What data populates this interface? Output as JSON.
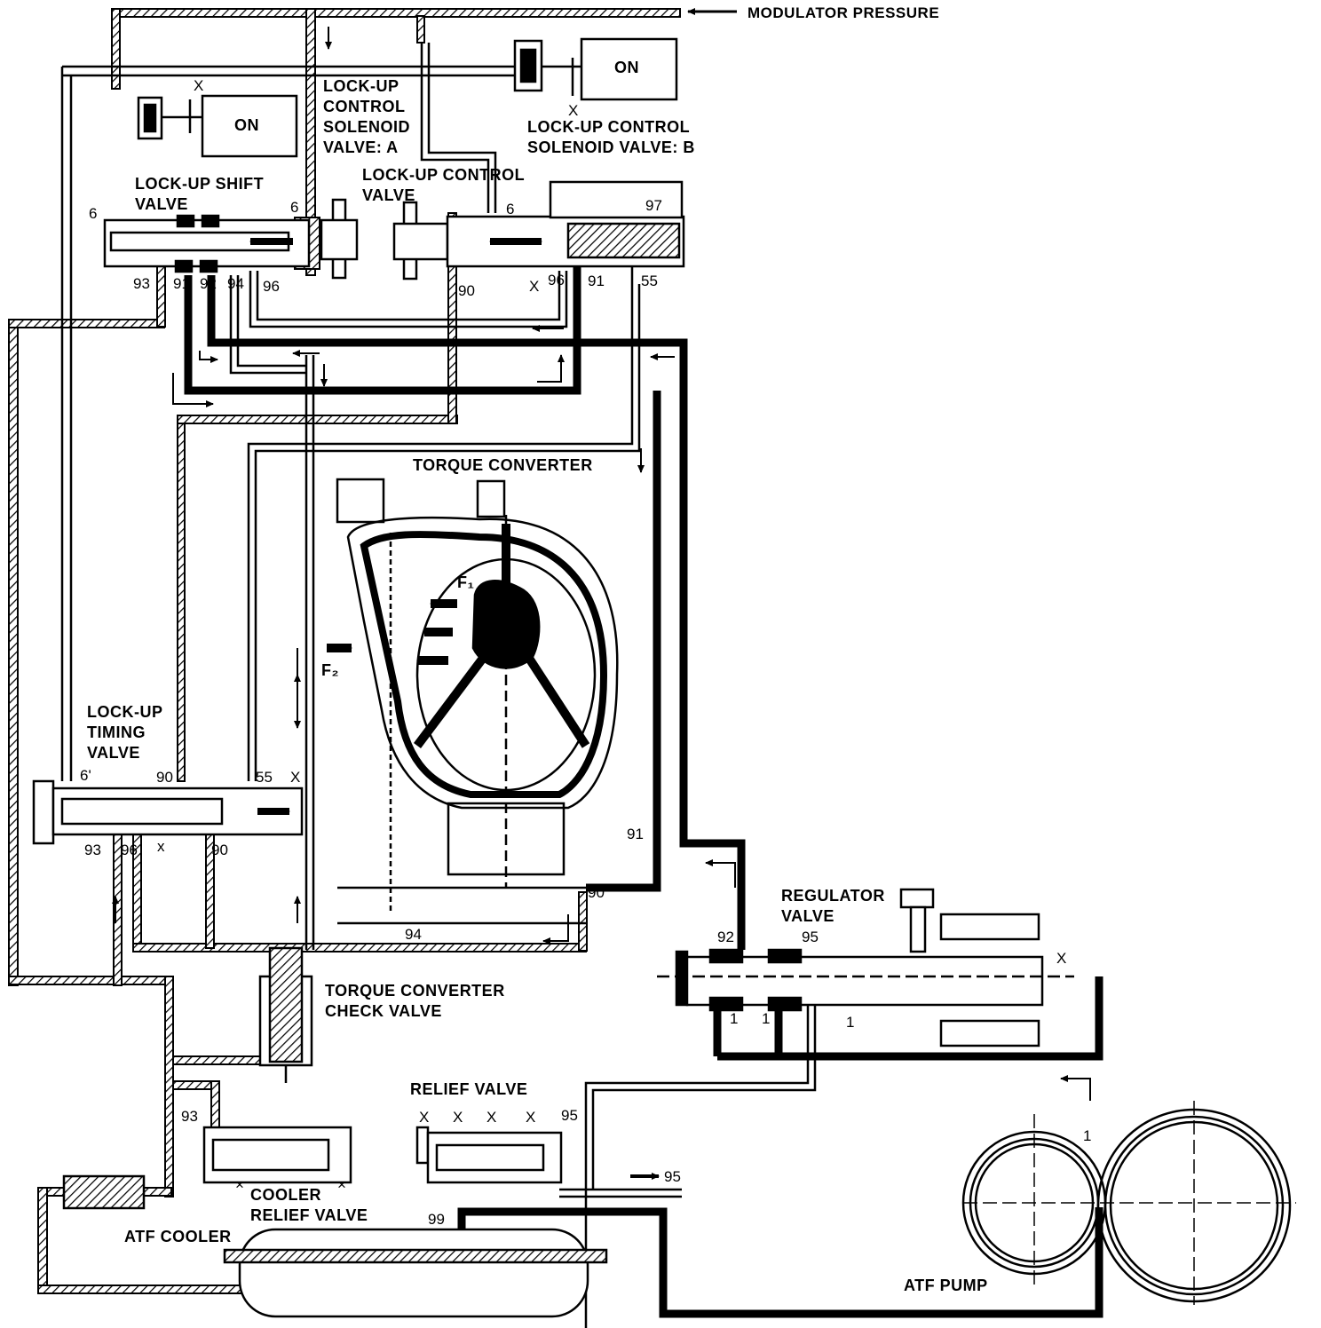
{
  "labels": {
    "modulator_pressure": "MODULATOR PRESSURE",
    "solenoid_a_state": "ON",
    "solenoid_b_state": "ON",
    "solenoid_a": "LOCK-UP\nCONTROL\nSOLENOID\nVALVE: A",
    "solenoid_b": "LOCK-UP CONTROL\nSOLENOID VALVE: B",
    "shift_valve": "LOCK-UP SHIFT\nVALVE",
    "control_valve": "LOCK-UP CONTROL\nVALVE",
    "torque_converter": "TORQUE CONVERTER",
    "timing_valve": "LOCK-UP\nTIMING\nVALVE",
    "regulator_valve": "REGULATOR\nVALVE",
    "tc_check_valve": "TORQUE CONVERTER\nCHECK VALVE",
    "relief_valve": "RELIEF VALVE",
    "cooler_relief_valve": "COOLER\nRELIEF VALVE",
    "atf_cooler": "ATF COOLER",
    "atf_pump": "ATF PUMP",
    "force_1": "F₁",
    "force_2": "F₂"
  },
  "ports": {
    "x_a": "X",
    "x_b": "X",
    "x_cv": "X",
    "x_lt": "X",
    "x_lt2": "x",
    "x_reg": "X",
    "sv_6_left": "6",
    "sv_6_right": "6",
    "cv_6": "6",
    "cv_97": "97",
    "sv_93": "93",
    "sv_91": "91",
    "sv_92": "92",
    "sv_94": "94",
    "sv_96": "96",
    "cv_90": "90",
    "cv_96": "96",
    "cv_91": "91",
    "cv_55": "55",
    "lt_6": "6'",
    "lt_90_top": "90",
    "lt_55": "55",
    "lt_93": "93",
    "lt_96": "96",
    "lt_90_bot": "90",
    "tc_91": "91",
    "tc_90": "90",
    "tc_94": "94",
    "reg_92": "92",
    "reg_95": "95",
    "reg_1a": "1",
    "reg_1b": "1",
    "reg_1c": "1",
    "pump_1": "1",
    "rv_x1": "X",
    "rv_x2": "X",
    "rv_x3": "X",
    "rv_x4": "X",
    "rv_95": "95",
    "out_95": "95",
    "cr_93": "93",
    "cr_x1": "×",
    "cr_x2": "×",
    "cooler_99": "99"
  }
}
